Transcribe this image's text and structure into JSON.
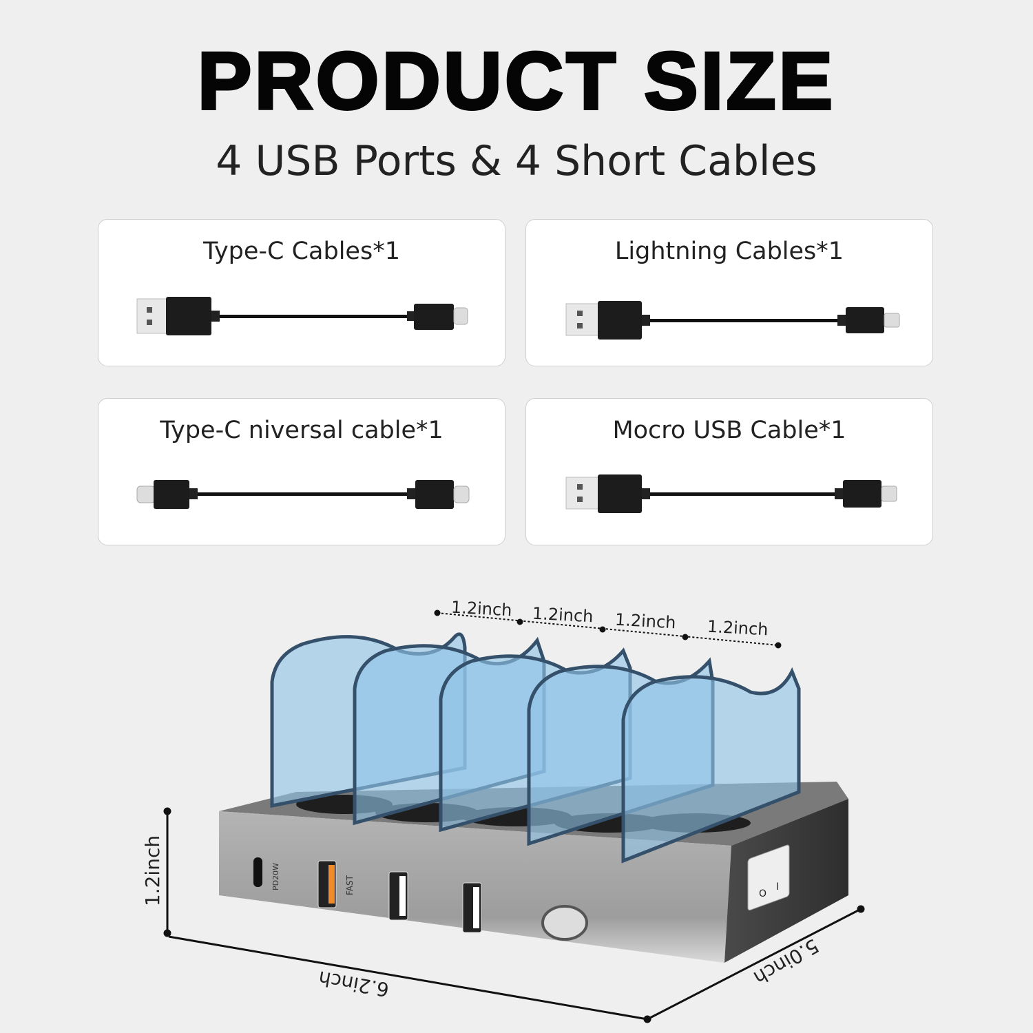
{
  "title": "PRODUCT SIZE",
  "subtitle": "4 USB Ports & 4 Short Cables",
  "cables": [
    {
      "label": "Type-C Cables*1",
      "left_plug": "usb-a",
      "right_plug": "type-c"
    },
    {
      "label": "Lightning Cables*1",
      "left_plug": "usb-a",
      "right_plug": "lightning"
    },
    {
      "label": "Type-C niversal cable*1",
      "left_plug": "type-c",
      "right_plug": "type-c"
    },
    {
      "label": "Mocro USB Cable*1",
      "left_plug": "usb-a",
      "right_plug": "micro-usb"
    }
  ],
  "device": {
    "port_labels": {
      "pd": "PD20W",
      "fast": "FAST"
    },
    "slot_widths": [
      "1.2inch",
      "1.2inch",
      "1.2inch",
      "1.2inch"
    ],
    "height": "1.2inch",
    "length": "6.2inch",
    "depth": "5.0inch",
    "switch_labels": {
      "off": "O",
      "on": "I"
    },
    "colors": {
      "divider": "#8fc3e6",
      "body": "#9a9a9a",
      "fast_port": "#f08a2a"
    }
  }
}
